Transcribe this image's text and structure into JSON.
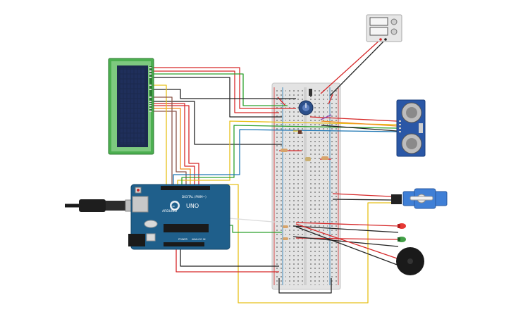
{
  "arduino": {
    "brand_label": "ARDUINO",
    "model_label": "UNO",
    "digital_label": "DIGITAL (PWM~)",
    "power_label": "POWER",
    "analog_label": "ANALOG IN"
  },
  "components": {
    "lcd": "lcd-16x2",
    "breadboard": "breadboard",
    "power_supply": "power-supply",
    "ultrasonic_sensor": "ultrasonic-sensor",
    "servo": "servo-motor",
    "led_red": "red-led",
    "led_green": "green-led",
    "buzzer": "piezo-buzzer",
    "potentiometer": "potentiometer",
    "usb_cable": "usb-cable"
  },
  "colors": {
    "wire_red": "#d62728",
    "wire_black": "#222222",
    "wire_yellow": "#e8c11a",
    "wire_green": "#2ca02c",
    "wire_blue": "#1f77b4",
    "wire_orange": "#f28c1b",
    "wire_brown": "#8c564b",
    "wire_purple": "#8e44ad",
    "arduino_board": "#1f5f8b",
    "lcd_board": "#4caf50",
    "lcd_screen": "#1b2a4e",
    "breadboard": "#e6e6e6"
  }
}
